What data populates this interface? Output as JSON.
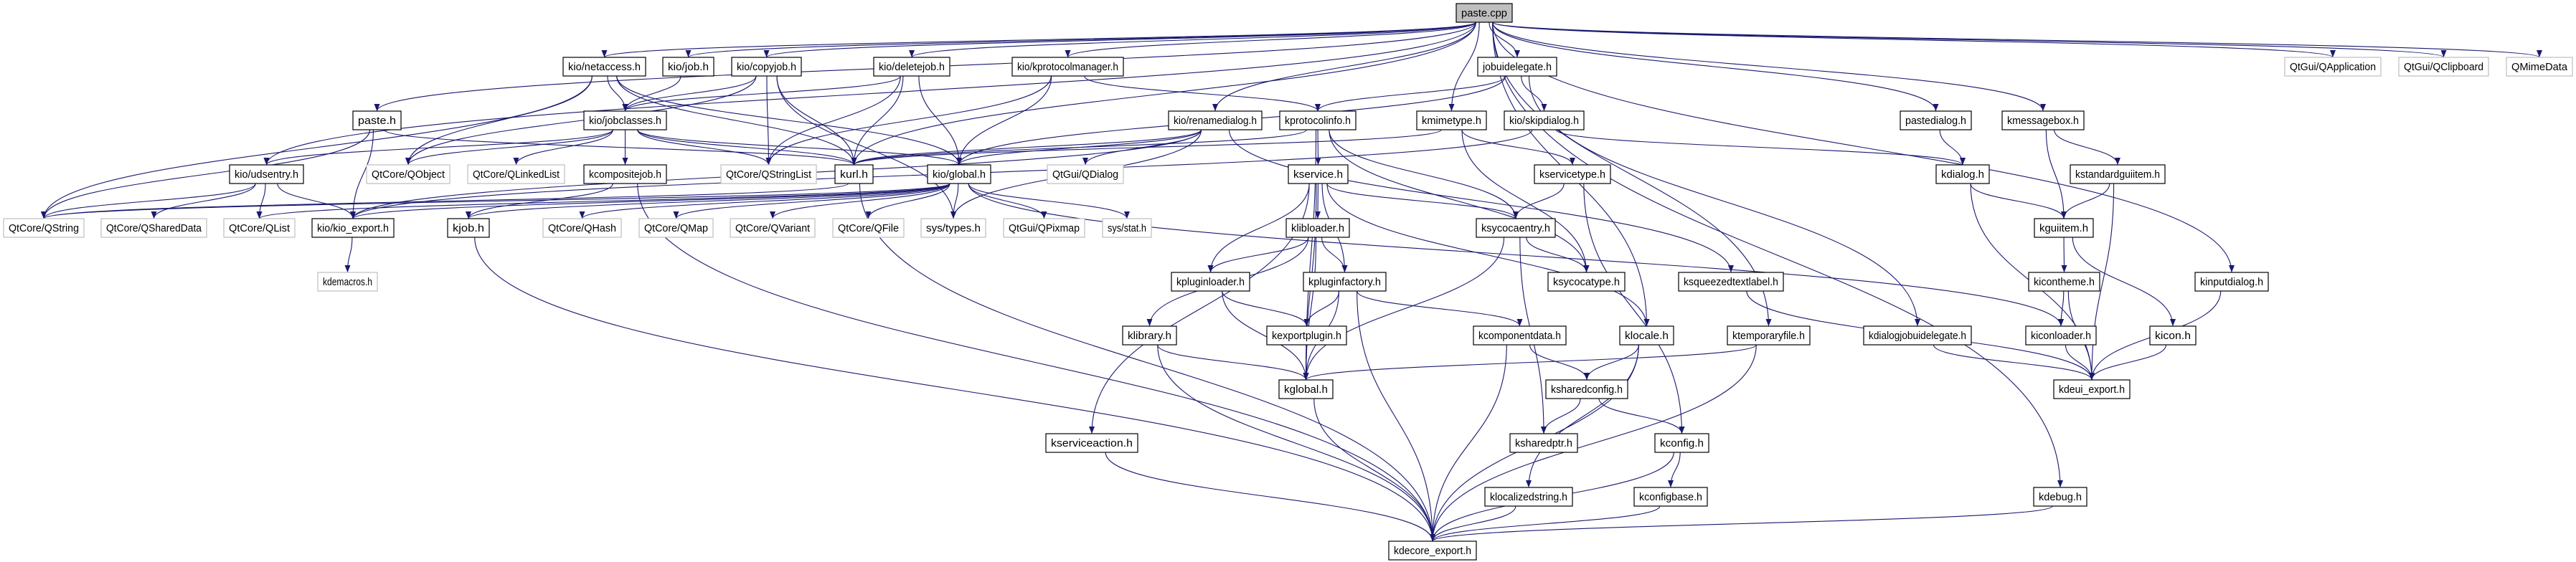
{
  "diagram": {
    "type": "include-dependency-graph",
    "colors": {
      "edge": "#191970",
      "root_fill": "#bfbfbf",
      "local_border": "#000000",
      "external_border": "#bfbfbf"
    },
    "nodes": [
      {
        "label": "paste.cpp",
        "kind": "root"
      },
      {
        "label": "kio/netaccess.h",
        "kind": "local"
      },
      {
        "label": "kio/job.h",
        "kind": "local"
      },
      {
        "label": "kio/copyjob.h",
        "kind": "local"
      },
      {
        "label": "kio/deletejob.h",
        "kind": "local"
      },
      {
        "label": "kio/kprotocolmanager.h",
        "kind": "local"
      },
      {
        "label": "jobuidelegate.h",
        "kind": "local"
      },
      {
        "label": "QtGui/QApplication",
        "kind": "external"
      },
      {
        "label": "QtGui/QClipboard",
        "kind": "external"
      },
      {
        "label": "QMimeData",
        "kind": "external"
      },
      {
        "label": "paste.h",
        "kind": "local"
      },
      {
        "label": "kio/jobclasses.h",
        "kind": "local"
      },
      {
        "label": "kio/renamedialog.h",
        "kind": "local"
      },
      {
        "label": "kprotocolinfo.h",
        "kind": "local"
      },
      {
        "label": "kmimetype.h",
        "kind": "local"
      },
      {
        "label": "kio/skipdialog.h",
        "kind": "local"
      },
      {
        "label": "pastedialog.h",
        "kind": "local"
      },
      {
        "label": "kmessagebox.h",
        "kind": "local"
      },
      {
        "label": "kio/udsentry.h",
        "kind": "local"
      },
      {
        "label": "QtCore/QObject",
        "kind": "external"
      },
      {
        "label": "QtCore/QLinkedList",
        "kind": "external"
      },
      {
        "label": "kcompositejob.h",
        "kind": "local"
      },
      {
        "label": "QtCore/QStringList",
        "kind": "external"
      },
      {
        "label": "kurl.h",
        "kind": "local"
      },
      {
        "label": "kio/global.h",
        "kind": "local"
      },
      {
        "label": "QtGui/QDialog",
        "kind": "external"
      },
      {
        "label": "kservice.h",
        "kind": "local"
      },
      {
        "label": "kservicetype.h",
        "kind": "local"
      },
      {
        "label": "kdialog.h",
        "kind": "local"
      },
      {
        "label": "kstandardguiitem.h",
        "kind": "local"
      },
      {
        "label": "QtCore/QString",
        "kind": "external"
      },
      {
        "label": "QtCore/QSharedData",
        "kind": "external"
      },
      {
        "label": "QtCore/QList",
        "kind": "external"
      },
      {
        "label": "kio/kio_export.h",
        "kind": "local"
      },
      {
        "label": "kjob.h",
        "kind": "local"
      },
      {
        "label": "QtCore/QHash",
        "kind": "external"
      },
      {
        "label": "QtCore/QMap",
        "kind": "external"
      },
      {
        "label": "QtCore/QVariant",
        "kind": "external"
      },
      {
        "label": "QtCore/QFile",
        "kind": "external"
      },
      {
        "label": "sys/types.h",
        "kind": "external"
      },
      {
        "label": "QtGui/QPixmap",
        "kind": "external"
      },
      {
        "label": "sys/stat.h",
        "kind": "external"
      },
      {
        "label": "klibloader.h",
        "kind": "local"
      },
      {
        "label": "ksycocaentry.h",
        "kind": "local"
      },
      {
        "label": "kguiitem.h",
        "kind": "local"
      },
      {
        "label": "kdemacros.h",
        "kind": "external"
      },
      {
        "label": "kpluginloader.h",
        "kind": "local"
      },
      {
        "label": "kpluginfactory.h",
        "kind": "local"
      },
      {
        "label": "ksycocatype.h",
        "kind": "local"
      },
      {
        "label": "ksqueezedtextlabel.h",
        "kind": "local"
      },
      {
        "label": "kicontheme.h",
        "kind": "local"
      },
      {
        "label": "kinputdialog.h",
        "kind": "local"
      },
      {
        "label": "klibrary.h",
        "kind": "local"
      },
      {
        "label": "kexportplugin.h",
        "kind": "local"
      },
      {
        "label": "kcomponentdata.h",
        "kind": "local"
      },
      {
        "label": "klocale.h",
        "kind": "local"
      },
      {
        "label": "ktemporaryfile.h",
        "kind": "local"
      },
      {
        "label": "kdialogjobuidelegate.h",
        "kind": "local"
      },
      {
        "label": "kiconloader.h",
        "kind": "local"
      },
      {
        "label": "kicon.h",
        "kind": "local"
      },
      {
        "label": "kglobal.h",
        "kind": "local"
      },
      {
        "label": "ksharedconfig.h",
        "kind": "local"
      },
      {
        "label": "kdeui_export.h",
        "kind": "local"
      },
      {
        "label": "kserviceaction.h",
        "kind": "local"
      },
      {
        "label": "ksharedptr.h",
        "kind": "local"
      },
      {
        "label": "kconfig.h",
        "kind": "local"
      },
      {
        "label": "klocalizedstring.h",
        "kind": "local"
      },
      {
        "label": "kconfigbase.h",
        "kind": "local"
      },
      {
        "label": "kdebug.h",
        "kind": "local"
      },
      {
        "label": "kdecore_export.h",
        "kind": "local"
      }
    ],
    "edges": [
      [
        "paste.cpp",
        "kio/netaccess.h"
      ],
      [
        "paste.cpp",
        "kio/job.h"
      ],
      [
        "paste.cpp",
        "kio/copyjob.h"
      ],
      [
        "paste.cpp",
        "kio/deletejob.h"
      ],
      [
        "paste.cpp",
        "kio/kprotocolmanager.h"
      ],
      [
        "paste.cpp",
        "jobuidelegate.h"
      ],
      [
        "paste.cpp",
        "QtGui/QApplication"
      ],
      [
        "paste.cpp",
        "QtGui/QClipboard"
      ],
      [
        "paste.cpp",
        "QMimeData"
      ],
      [
        "paste.cpp",
        "paste.h"
      ],
      [
        "paste.cpp",
        "kio/renamedialog.h"
      ],
      [
        "paste.cpp",
        "kmimetype.h"
      ],
      [
        "paste.cpp",
        "pastedialog.h"
      ],
      [
        "paste.cpp",
        "kmessagebox.h"
      ],
      [
        "paste.cpp",
        "kurl.h"
      ],
      [
        "paste.cpp",
        "kio/udsentry.h"
      ],
      [
        "paste.cpp",
        "kinputdialog.h"
      ],
      [
        "paste.cpp",
        "klocale.h"
      ],
      [
        "paste.cpp",
        "ktemporaryfile.h"
      ],
      [
        "paste.cpp",
        "kdebug.h"
      ],
      [
        "kio/netaccess.h",
        "QtCore/QString"
      ],
      [
        "kio/netaccess.h",
        "QtCore/QObject"
      ],
      [
        "kio/netaccess.h",
        "kio/jobclasses.h"
      ],
      [
        "kio/netaccess.h",
        "kurl.h"
      ],
      [
        "kio/netaccess.h",
        "kio/global.h"
      ],
      [
        "kio/job.h",
        "kio/jobclasses.h"
      ],
      [
        "kio/copyjob.h",
        "QtCore/QObject"
      ],
      [
        "kio/copyjob.h",
        "kio/jobclasses.h"
      ],
      [
        "kio/copyjob.h",
        "QtCore/QStringList"
      ],
      [
        "kio/copyjob.h",
        "kurl.h"
      ],
      [
        "kio/copyjob.h",
        "sys/types.h"
      ],
      [
        "kio/deletejob.h",
        "kio/jobclasses.h"
      ],
      [
        "kio/deletejob.h",
        "QtCore/QStringList"
      ],
      [
        "kio/deletejob.h",
        "kurl.h"
      ],
      [
        "kio/deletejob.h",
        "kio/global.h"
      ],
      [
        "kio/kprotocolmanager.h",
        "QtCore/QStringList"
      ],
      [
        "kio/kprotocolmanager.h",
        "kio/global.h"
      ],
      [
        "kio/kprotocolmanager.h",
        "kprotocolinfo.h"
      ],
      [
        "jobuidelegate.h",
        "kio/global.h"
      ],
      [
        "jobuidelegate.h",
        "kprotocolinfo.h"
      ],
      [
        "jobuidelegate.h",
        "kio/skipdialog.h"
      ],
      [
        "jobuidelegate.h",
        "kdialogjobuidelegate.h"
      ],
      [
        "paste.h",
        "QtCore/QString"
      ],
      [
        "paste.h",
        "kurl.h"
      ],
      [
        "paste.h",
        "kio/kio_export.h"
      ],
      [
        "kio/jobclasses.h",
        "kio/udsentry.h"
      ],
      [
        "kio/jobclasses.h",
        "QtCore/QObject"
      ],
      [
        "kio/jobclasses.h",
        "QtCore/QLinkedList"
      ],
      [
        "kio/jobclasses.h",
        "kcompositejob.h"
      ],
      [
        "kio/jobclasses.h",
        "QtCore/QStringList"
      ],
      [
        "kio/jobclasses.h",
        "kurl.h"
      ],
      [
        "kio/jobclasses.h",
        "kio/global.h"
      ],
      [
        "kio/renamedialog.h",
        "kurl.h"
      ],
      [
        "kio/renamedialog.h",
        "kio/global.h"
      ],
      [
        "kio/renamedialog.h",
        "QtGui/QDialog"
      ],
      [
        "kio/renamedialog.h",
        "sys/types.h"
      ],
      [
        "kio/renamedialog.h",
        "kio/kio_export.h"
      ],
      [
        "kio/renamedialog.h",
        "ksqueezedtextlabel.h"
      ],
      [
        "kprotocolinfo.h",
        "kservice.h"
      ],
      [
        "kprotocolinfo.h",
        "ksycocaentry.h"
      ],
      [
        "kprotocolinfo.h",
        "ksycocatype.h"
      ],
      [
        "kprotocolinfo.h",
        "kurl.h"
      ],
      [
        "kprotocolinfo.h",
        "kglobal.h"
      ],
      [
        "kmimetype.h",
        "kservicetype.h"
      ],
      [
        "kmimetype.h",
        "ksycocatype.h"
      ],
      [
        "kmimetype.h",
        "kurl.h"
      ],
      [
        "kio/skipdialog.h",
        "kdialog.h"
      ],
      [
        "kio/skipdialog.h",
        "kio/kio_export.h"
      ],
      [
        "pastedialog.h",
        "kdialog.h"
      ],
      [
        "kmessagebox.h",
        "kguiitem.h"
      ],
      [
        "kmessagebox.h",
        "kstandardguiitem.h"
      ],
      [
        "kstandardguiitem.h",
        "kguiitem.h"
      ],
      [
        "kstandardguiitem.h",
        "kdeui_export.h"
      ],
      [
        "kdialog.h",
        "kguiitem.h"
      ],
      [
        "kdialog.h",
        "kdeui_export.h"
      ],
      [
        "kguiitem.h",
        "kicontheme.h"
      ],
      [
        "kguiitem.h",
        "kicon.h"
      ],
      [
        "kicontheme.h",
        "kiconloader.h"
      ],
      [
        "kicontheme.h",
        "kdeui_export.h"
      ],
      [
        "kiconloader.h",
        "kdeui_export.h"
      ],
      [
        "kicon.h",
        "kdeui_export.h"
      ],
      [
        "kinputdialog.h",
        "kdeui_export.h"
      ],
      [
        "kdialogjobuidelegate.h",
        "kdeui_export.h"
      ],
      [
        "ksqueezedtextlabel.h",
        "kdeui_export.h"
      ],
      [
        "kio/udsentry.h",
        "QtCore/QString"
      ],
      [
        "kio/udsentry.h",
        "QtCore/QSharedData"
      ],
      [
        "kio/udsentry.h",
        "QtCore/QList"
      ],
      [
        "kio/udsentry.h",
        "kio/kio_export.h"
      ],
      [
        "kio/kio_export.h",
        "kdemacros.h"
      ],
      [
        "kcompositejob.h",
        "kjob.h"
      ],
      [
        "kcompositejob.h",
        "kdecore_export.h"
      ],
      [
        "kjob.h",
        "kdecore_export.h"
      ],
      [
        "kurl.h",
        "QtCore/QString"
      ],
      [
        "kurl.h",
        "kdecore_export.h"
      ],
      [
        "kio/global.h",
        "QtCore/QString"
      ],
      [
        "kio/global.h",
        "QtCore/QList"
      ],
      [
        "kio/global.h",
        "kio/kio_export.h"
      ],
      [
        "kio/global.h",
        "kjob.h"
      ],
      [
        "kio/global.h",
        "QtCore/QHash"
      ],
      [
        "kio/global.h",
        "QtCore/QMap"
      ],
      [
        "kio/global.h",
        "QtCore/QVariant"
      ],
      [
        "kio/global.h",
        "QtCore/QFile"
      ],
      [
        "kio/global.h",
        "sys/types.h"
      ],
      [
        "kio/global.h",
        "QtGui/QPixmap"
      ],
      [
        "kio/global.h",
        "sys/stat.h"
      ],
      [
        "kio/global.h",
        "kiconloader.h"
      ],
      [
        "kservice.h",
        "ksycocaentry.h"
      ],
      [
        "kservice.h",
        "klibloader.h"
      ],
      [
        "kservice.h",
        "kpluginloader.h"
      ],
      [
        "kservice.h",
        "kpluginfactory.h"
      ],
      [
        "kservice.h",
        "kserviceaction.h"
      ],
      [
        "kservice.h",
        "kglobal.h"
      ],
      [
        "kservice.h",
        "klocale.h"
      ],
      [
        "kservicetype.h",
        "ksycocaentry.h"
      ],
      [
        "kservicetype.h",
        "kconfig.h"
      ],
      [
        "klibloader.h",
        "kpluginloader.h"
      ],
      [
        "klibloader.h",
        "kpluginfactory.h"
      ],
      [
        "klibloader.h",
        "klibrary.h"
      ],
      [
        "klibloader.h",
        "kglobal.h"
      ],
      [
        "ksycocaentry.h",
        "ksycocatype.h"
      ],
      [
        "ksycocaentry.h",
        "kglobal.h"
      ],
      [
        "ksycocaentry.h",
        "ksharedptr.h"
      ],
      [
        "kpluginloader.h",
        "kexportplugin.h"
      ],
      [
        "kpluginloader.h",
        "kglobal.h"
      ],
      [
        "kpluginfactory.h",
        "kexportplugin.h"
      ],
      [
        "kpluginfactory.h",
        "kglobal.h"
      ],
      [
        "kpluginfactory.h",
        "kcomponentdata.h"
      ],
      [
        "kpluginfactory.h",
        "kdecore_export.h"
      ],
      [
        "klibrary.h",
        "kglobal.h"
      ],
      [
        "klibrary.h",
        "kdecore_export.h"
      ],
      [
        "kexportplugin.h",
        "kglobal.h"
      ],
      [
        "kcomponentdata.h",
        "ksharedconfig.h"
      ],
      [
        "kcomponentdata.h",
        "kdecore_export.h"
      ],
      [
        "klocale.h",
        "ksharedconfig.h"
      ],
      [
        "klocale.h",
        "klocalizedstring.h"
      ],
      [
        "klocale.h",
        "kdecore_export.h"
      ],
      [
        "ktemporaryfile.h",
        "kglobal.h"
      ],
      [
        "ktemporaryfile.h",
        "kdecore_export.h"
      ],
      [
        "kglobal.h",
        "kdecore_export.h"
      ],
      [
        "ksharedconfig.h",
        "ksharedptr.h"
      ],
      [
        "ksharedconfig.h",
        "kconfig.h"
      ],
      [
        "kconfig.h",
        "kconfigbase.h"
      ],
      [
        "kconfig.h",
        "kdecore_export.h"
      ],
      [
        "kconfigbase.h",
        "kdecore_export.h"
      ],
      [
        "klocalizedstring.h",
        "kdecore_export.h"
      ],
      [
        "kserviceaction.h",
        "kdecore_export.h"
      ],
      [
        "kdebug.h",
        "kdecore_export.h"
      ]
    ]
  }
}
